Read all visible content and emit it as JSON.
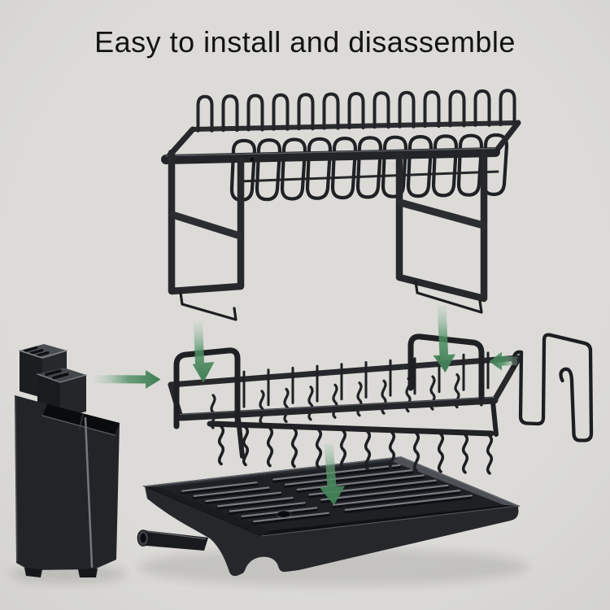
{
  "title": "Easy to install and disassemble",
  "colors": {
    "background_center": "#dcdbd7",
    "background_edge": "#cdccc8",
    "title_text": "#131313",
    "product_dark": "#222428",
    "product_mid": "#3a3d42",
    "product_highlight": "#7e8288",
    "arrow_green": "#4f8f64",
    "arrow_green_deep": "#3e7d53",
    "arrow_green_light": "#abc8b4"
  },
  "diagram": {
    "parts": [
      "top-tier-dish-rack",
      "cutlery-holder",
      "second-tier-basket",
      "side-hook",
      "drip-tray"
    ],
    "arrows": [
      "down-into-basket-left",
      "down-into-basket-right",
      "cutlery-holder-into-place",
      "side-hook-into-place",
      "basket-onto-tray"
    ]
  }
}
